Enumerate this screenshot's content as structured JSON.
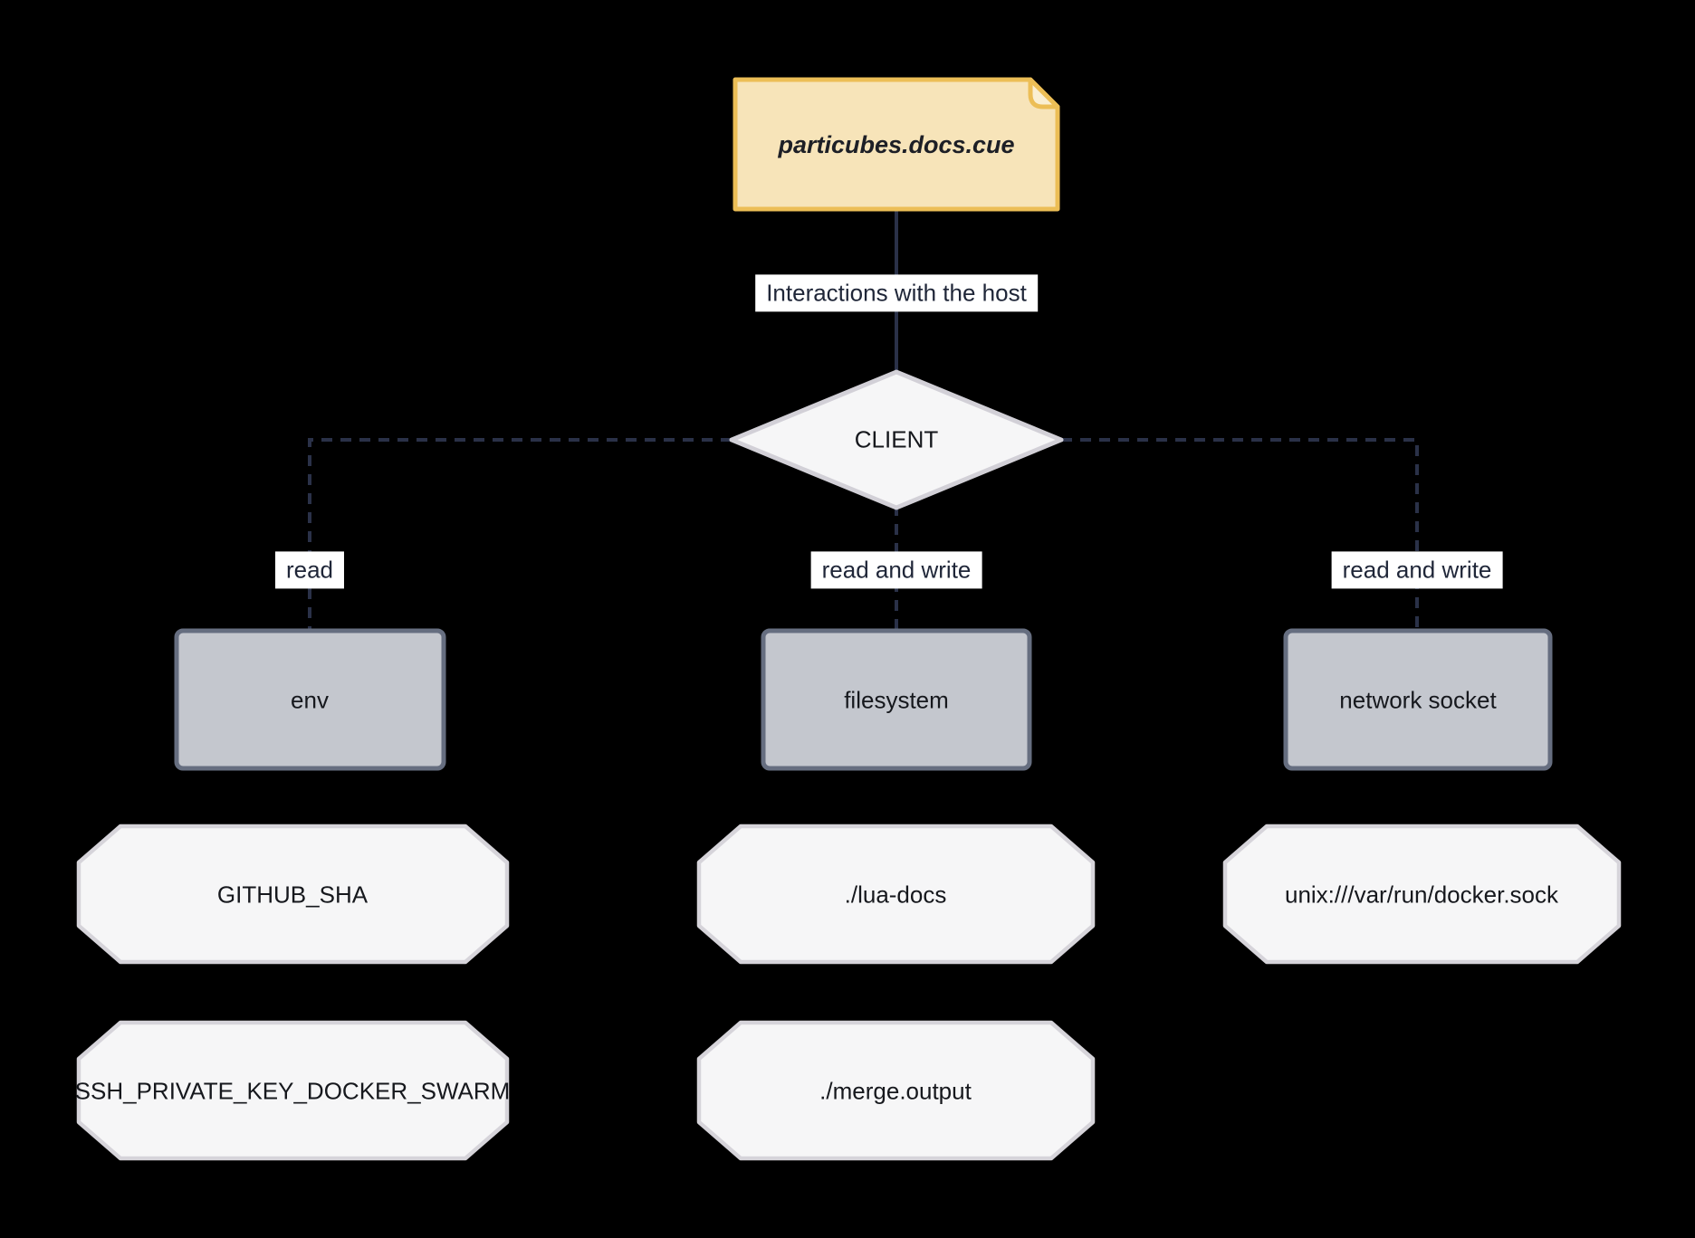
{
  "diagram": {
    "nodes": {
      "card": {
        "label": "particubes.docs.cue"
      },
      "client": {
        "label": "CLIENT"
      },
      "env": {
        "label": "env"
      },
      "filesystem": {
        "label": "filesystem"
      },
      "network_socket": {
        "label": "network socket"
      },
      "github_sha": {
        "label": "GITHUB_SHA"
      },
      "ssh_private_key": {
        "label": "SSH_PRIVATE_KEY_DOCKER_SWARM"
      },
      "lua_docs": {
        "label": "./lua-docs"
      },
      "merge_output": {
        "label": "./merge.output"
      },
      "docker_sock": {
        "label": "unix:///var/run/docker.sock"
      }
    },
    "edge_labels": {
      "host": "Interactions with the host",
      "env_access": "read",
      "filesystem_access": "read and write",
      "network_access": "read and write"
    },
    "colors": {
      "background": "#000000",
      "card_fill": "#F7E4B9",
      "card_border": "#ECBE56",
      "card_fold_fill": "#FAEFD2",
      "diamond_fill": "#F6F6F7",
      "diamond_border": "#D2D0D7",
      "box_fill": "#C4C7CE",
      "box_border": "#666E80",
      "octagon_fill": "#F6F6F7",
      "octagon_border": "#D6D4DA",
      "edge_line": "#2A3148",
      "edge_label_bg": "#FFFFFF",
      "edge_label_text": "#1F2638",
      "node_text": "#16181D"
    }
  }
}
